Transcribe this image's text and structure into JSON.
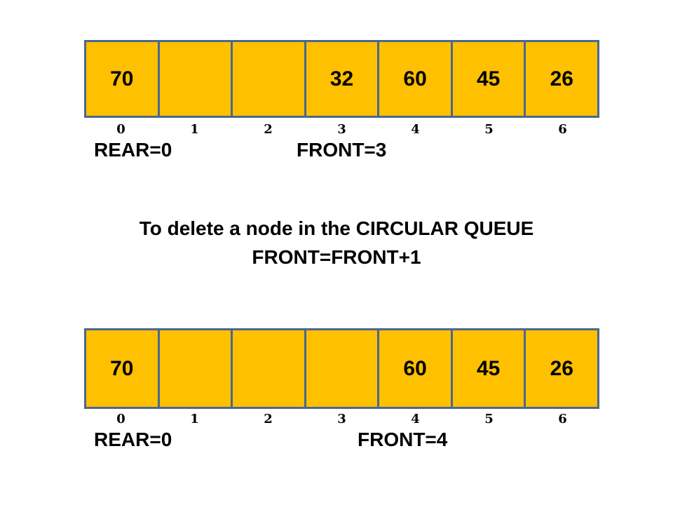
{
  "title": {
    "line1": "To delete a node in the CIRCULAR QUEUE",
    "line2": "FRONT=FRONT+1"
  },
  "colors": {
    "cell_fill": "#FFC000",
    "cell_border": "#4A688F",
    "text": "#000000",
    "background": "#FFFFFF"
  },
  "queue_before": {
    "cells": [
      "70",
      "",
      "",
      "32",
      "60",
      "45",
      "26"
    ],
    "indices": [
      "0",
      "1",
      "2",
      "3",
      "4",
      "5",
      "6"
    ],
    "rear_label": "REAR=0",
    "front_label": "FRONT=3",
    "rear_index": 0,
    "front_index": 3
  },
  "queue_after": {
    "cells": [
      "70",
      "",
      "",
      "",
      "60",
      "45",
      "26"
    ],
    "indices": [
      "0",
      "1",
      "2",
      "3",
      "4",
      "5",
      "6"
    ],
    "rear_label": "REAR=0",
    "front_label": "FRONT=4",
    "rear_index": 0,
    "front_index": 4
  }
}
